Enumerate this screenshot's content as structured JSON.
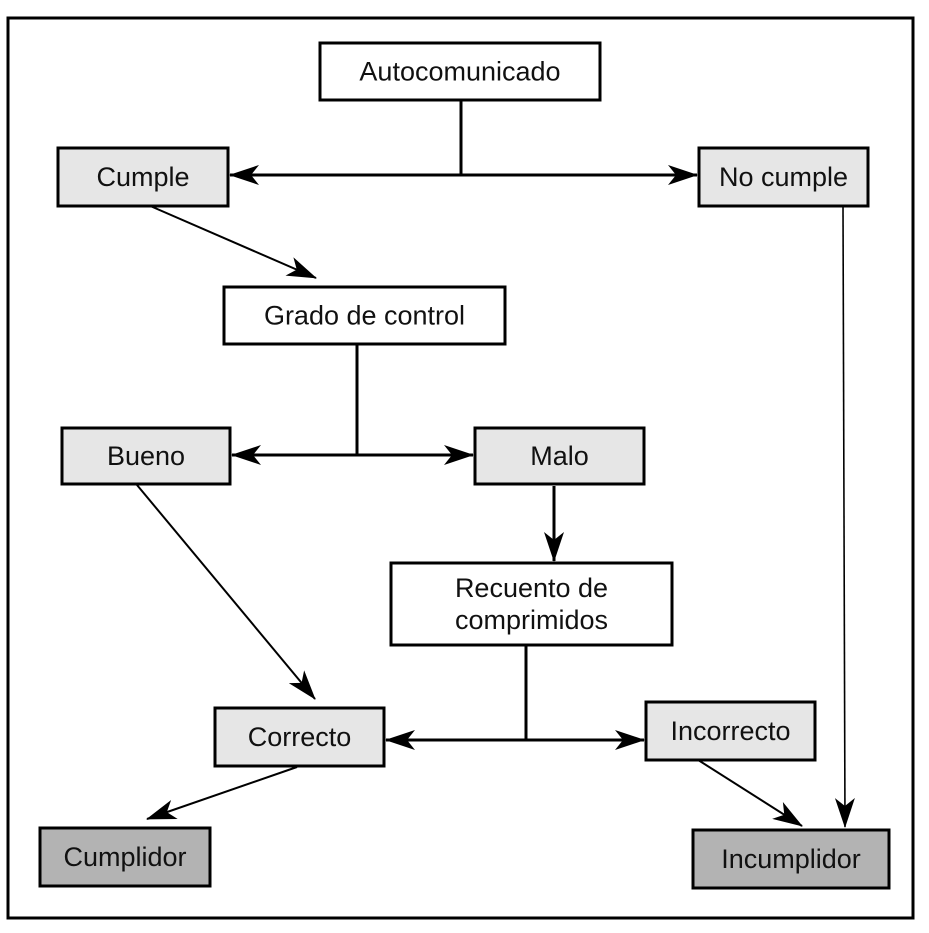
{
  "diagram": {
    "nodes": {
      "autocomunicado": {
        "label": [
          "Autocomunicado"
        ],
        "style": "white"
      },
      "cumple": {
        "label": [
          "Cumple"
        ],
        "style": "light"
      },
      "no_cumple": {
        "label": [
          "No cumple"
        ],
        "style": "light"
      },
      "grado_control": {
        "label": [
          "Grado de control"
        ],
        "style": "white"
      },
      "bueno": {
        "label": [
          "Bueno"
        ],
        "style": "light"
      },
      "malo": {
        "label": [
          "Malo"
        ],
        "style": "light"
      },
      "recuento": {
        "label": [
          "Recuento de",
          "comprimidos"
        ],
        "style": "white"
      },
      "correcto": {
        "label": [
          "Correcto"
        ],
        "style": "light"
      },
      "incorrecto": {
        "label": [
          "Incorrecto"
        ],
        "style": "light"
      },
      "cumplidor": {
        "label": [
          "Cumplidor"
        ],
        "style": "dark"
      },
      "incumplidor": {
        "label": [
          "Incumplidor"
        ],
        "style": "dark"
      }
    },
    "edges": [
      {
        "from": "autocomunicado",
        "to": "cumple"
      },
      {
        "from": "autocomunicado",
        "to": "no_cumple"
      },
      {
        "from": "cumple",
        "to": "grado_control"
      },
      {
        "from": "no_cumple",
        "to": "incumplidor"
      },
      {
        "from": "grado_control",
        "to": "bueno"
      },
      {
        "from": "grado_control",
        "to": "malo"
      },
      {
        "from": "malo",
        "to": "recuento"
      },
      {
        "from": "bueno",
        "to": "correcto"
      },
      {
        "from": "recuento",
        "to": "correcto"
      },
      {
        "from": "recuento",
        "to": "incorrecto"
      },
      {
        "from": "correcto",
        "to": "cumplidor"
      },
      {
        "from": "incorrecto",
        "to": "incumplidor"
      }
    ],
    "colors": {
      "white": "#ffffff",
      "light": "#e6e6e6",
      "dark": "#b3b3b3",
      "stroke": "#000000"
    }
  }
}
